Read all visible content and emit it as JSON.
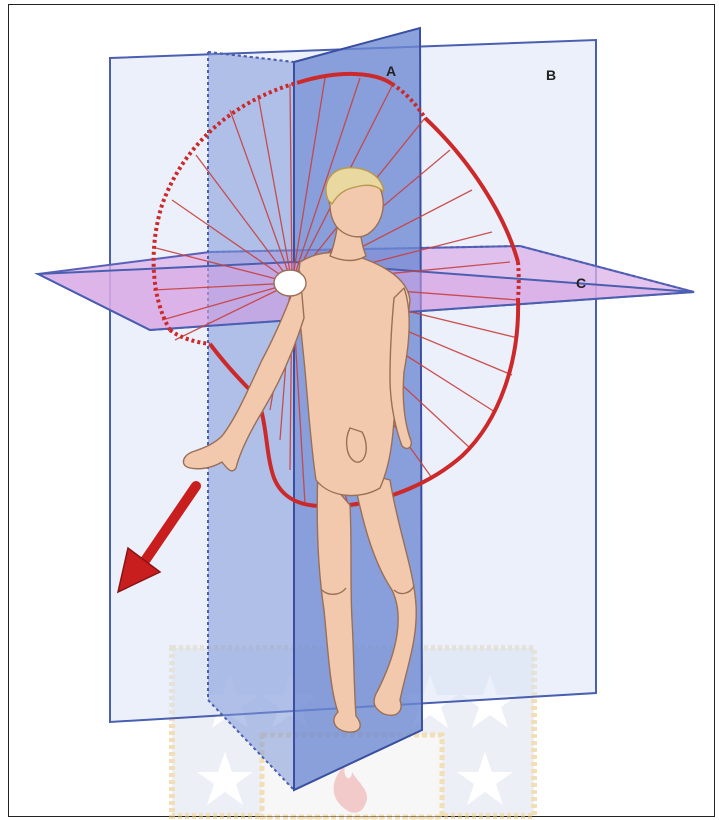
{
  "diagram": {
    "labels": {
      "plane_a": "A",
      "plane_b": "B",
      "plane_c": "C"
    },
    "colors": {
      "plane_blue": "#5f7fcf",
      "plane_blue_light": "#c8d6f2",
      "horizontal_plane": "#d7a8e6",
      "arc_red": "#cc2a2a",
      "skin": "#f3c9ad",
      "hair": "#e9d8a0",
      "arrow": "#c81e1e",
      "watermark_gold": "#e8c67a"
    },
    "icons": [
      "star-icon",
      "flame-icon",
      "arrow-icon"
    ]
  }
}
